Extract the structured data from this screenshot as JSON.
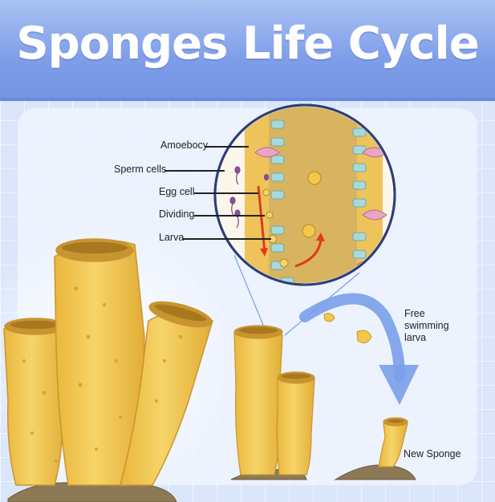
{
  "title": "Sponges Life Cycle",
  "labels": {
    "amoebocy": "Amoebocy",
    "sperm_cells": "Sperm cells",
    "egg_cell": "Egg cell",
    "dividing": "Dividing",
    "larva": "Larva",
    "free_swimming_1": "Free",
    "free_swimming_2": "swimming",
    "free_swimming_3": "larva",
    "new_sponge": "New Sponge"
  },
  "colors": {
    "title_bar": "#7f9ee8",
    "sponge_body": "#f0c850",
    "sponge_shadow": "#d9a52d",
    "arrow_blue": "#7aa0ea",
    "arrow_red": "#e03a1e",
    "rock": "#8b7a55"
  }
}
